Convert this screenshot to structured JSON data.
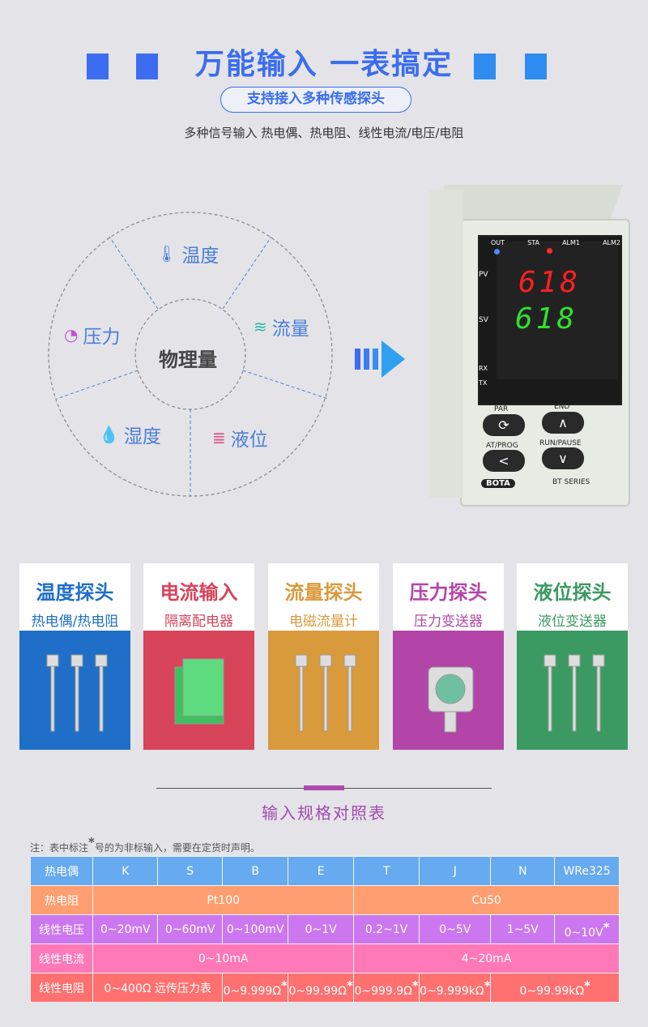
{
  "header": {
    "title": "万能输入 一表搞定",
    "pill": "支持接入多种传感探头",
    "subtitle": "多种信号输入 热电偶、热电阻、线性电流/电压/电阻",
    "square_colors": [
      "#3c6cf0",
      "#3c6cf0",
      "#2f8cf0",
      "#2f8cf0"
    ]
  },
  "diagram": {
    "center": "物理量",
    "items": [
      {
        "label": "温度",
        "icon": "thermometer-icon",
        "color": "#4a7fd8"
      },
      {
        "label": "流量",
        "icon": "water-flow-icon",
        "color": "#4a7fd8"
      },
      {
        "label": "液位",
        "icon": "liquid-level-icon",
        "color": "#4a7fd8"
      },
      {
        "label": "湿度",
        "icon": "humidity-icon",
        "color": "#4a7fd8"
      },
      {
        "label": "压力",
        "icon": "pressure-gauge-icon",
        "color": "#4a7fd8"
      }
    ]
  },
  "device": {
    "leds": [
      "OUT",
      "STA",
      "ALM1",
      "ALM2"
    ],
    "pv_label": "PV",
    "sv_label": "SV",
    "pv": "618",
    "sv": "618",
    "rx": "RX",
    "tx": "TX",
    "buttons": [
      "PAR",
      "END",
      "AT/PROG",
      "RUN/PAUSE"
    ],
    "brand": "BOTA",
    "series": "BT SERIES"
  },
  "cards": [
    {
      "title": "温度探头",
      "sub": "热电偶/热电阻",
      "color": "#1f6fc8",
      "bg": "#1f6fc8"
    },
    {
      "title": "电流输入",
      "sub": "隔离配电器",
      "color": "#d8445a",
      "bg": "#d8445a"
    },
    {
      "title": "流量探头",
      "sub": "电磁流量计",
      "color": "#d99a3c",
      "bg": "#d99a3c"
    },
    {
      "title": "压力探头",
      "sub": "压力变送器",
      "color": "#b345a8",
      "bg": "#b345a8"
    },
    {
      "title": "液位探头",
      "sub": "液位变送器",
      "color": "#3a9a62",
      "bg": "#3a9a62"
    }
  ],
  "spec": {
    "title": "输入规格对照表",
    "note_pre": "注：表中标注",
    "note_star": "*",
    "note_post": "号的为非标输入，需要在定货时声明。",
    "rows": {
      "tc": {
        "label": "热电偶",
        "cells": [
          "K",
          "S",
          "B",
          "E",
          "T",
          "J",
          "N",
          "WRe325"
        ],
        "color": "#66aaf0"
      },
      "rtd": {
        "label": "热电阻",
        "cells": [
          "Pt100",
          "Cu50"
        ],
        "color": "#ff9e70"
      },
      "volt": {
        "label": "线性电压",
        "cells": [
          "0~20mV",
          "0~60mV",
          "0~100mV",
          "0~1V",
          "0.2~1V",
          "0~5V",
          "1~5V",
          "0~10V"
        ],
        "color": "#cc77f0"
      },
      "curr": {
        "label": "线性电流",
        "cells": [
          "0~10mA",
          "4~20mA"
        ],
        "color": "#ff78b8"
      },
      "res": {
        "label": "线性电阻",
        "cells": [
          "0~400Ω 远传压力表",
          "0~9.999Ω",
          "0~99.99Ω",
          "0~999.9Ω",
          "0~9.999kΩ",
          "0~99.99kΩ"
        ],
        "color": "#ff7070"
      }
    }
  }
}
